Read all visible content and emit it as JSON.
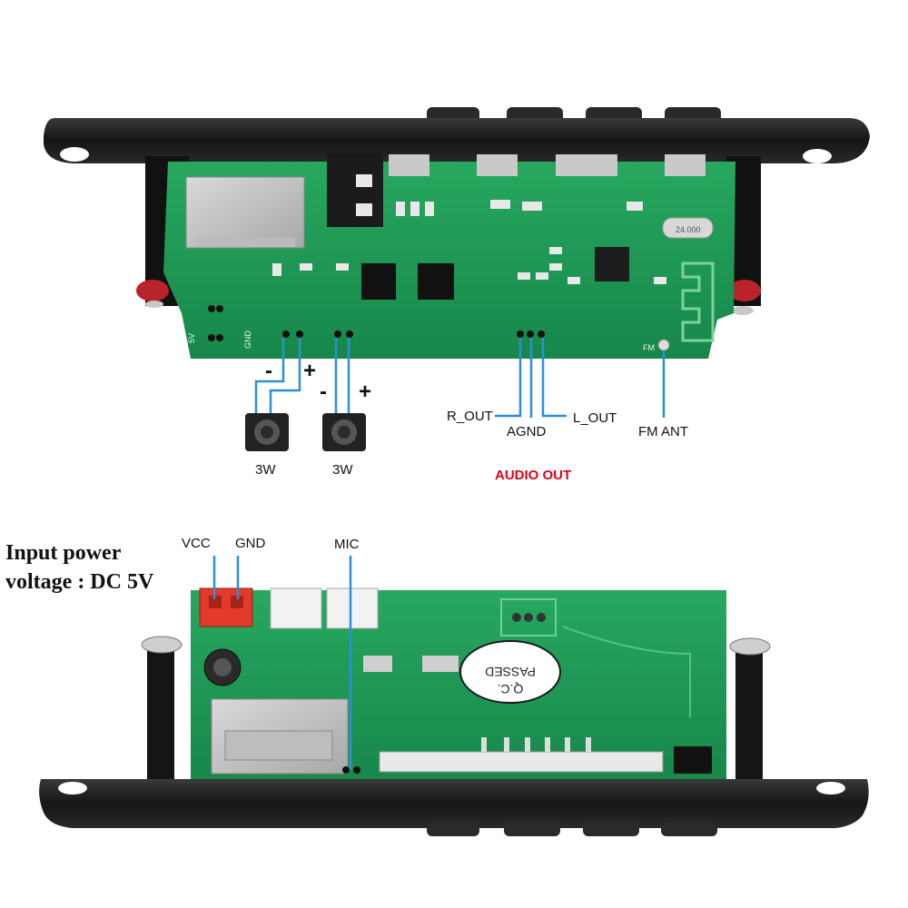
{
  "top_board": {
    "speaker_left": {
      "minus": "-",
      "plus": "+",
      "power": "3W"
    },
    "speaker_right": {
      "minus": "-",
      "plus": "+",
      "power": "3W"
    },
    "pcb_labels": {
      "five_v": "5V",
      "gnd": "GND",
      "fm": "FM",
      "crystal": "24.000"
    },
    "outputs": {
      "r_out": "R_OUT",
      "agnd": "AGND",
      "l_out": "L_OUT",
      "fm_ant": "FM ANT"
    },
    "audio_out": "AUDIO OUT"
  },
  "bottom_board": {
    "input_power_line1": "Input power",
    "input_power_line2": "voltage : DC 5V",
    "vcc": "VCC",
    "gnd": "GND",
    "mic": "MIC",
    "qc_passed_line1": "PASSED",
    "qc_passed_line2": "Q.C."
  },
  "colors": {
    "pcb_green": "#1f9a55",
    "frame_black": "#1c1c1c",
    "callout_blue": "#2d8fd6",
    "audio_out_red": "#e0001b",
    "connector_red": "#e23a2c"
  }
}
